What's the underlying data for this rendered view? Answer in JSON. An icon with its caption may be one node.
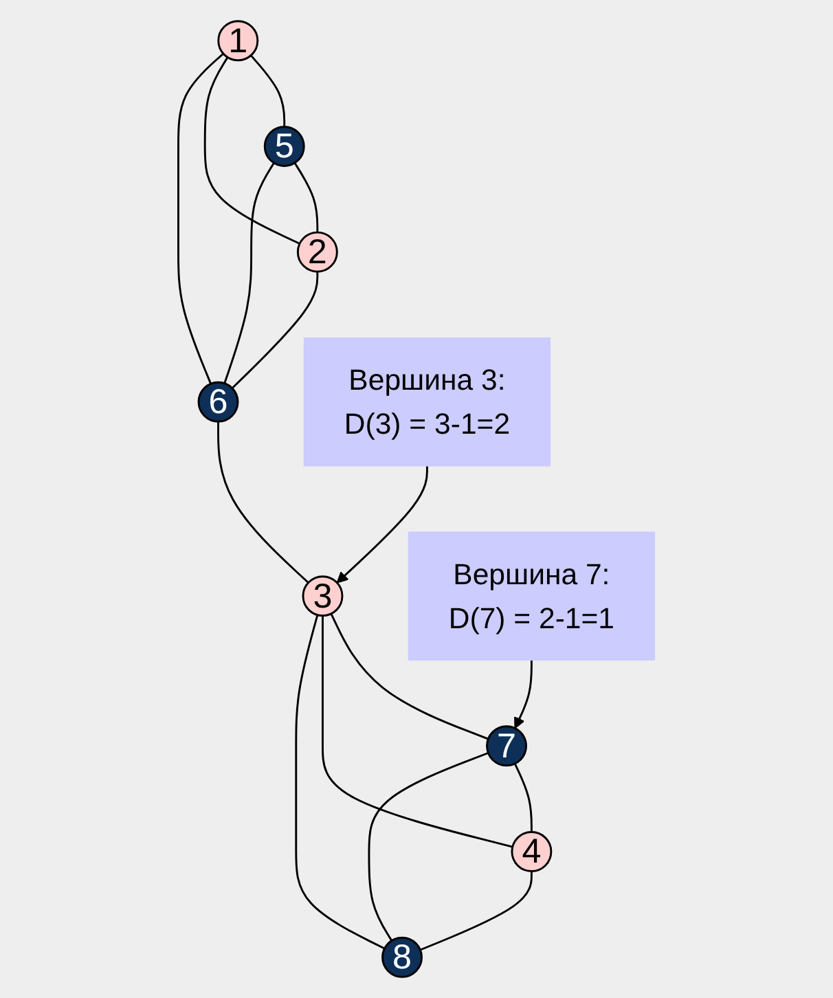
{
  "diagram": {
    "nodes": [
      {
        "text": [
          "1"
        ]
      },
      {
        "text": [
          "2"
        ]
      },
      {
        "text": [
          "3"
        ]
      },
      {
        "text": [
          "4"
        ]
      },
      {
        "text": [
          "5"
        ]
      },
      {
        "text": [
          "6"
        ]
      },
      {
        "text": [
          "7"
        ]
      },
      {
        "text": [
          "8"
        ]
      },
      {
        "text": [
          "Вершина 3:",
          "D(3) = 3-1=2"
        ]
      },
      {
        "text": [
          "Вершина 7:",
          "D(7) = 2-1=1"
        ]
      }
    ],
    "edges": [
      {
        "from": 0,
        "to": 4,
        "arrow": "none"
      },
      {
        "from": 0,
        "to": 1,
        "arrow": "none"
      },
      {
        "from": 0,
        "to": 5,
        "arrow": "none"
      },
      {
        "from": 4,
        "to": 1,
        "arrow": "none"
      },
      {
        "from": 4,
        "to": 5,
        "arrow": "none"
      },
      {
        "from": 1,
        "to": 5,
        "arrow": "none"
      },
      {
        "from": 5,
        "to": 2,
        "arrow": "none"
      },
      {
        "from": 2,
        "to": 6,
        "arrow": "none"
      },
      {
        "from": 2,
        "to": 3,
        "arrow": "none"
      },
      {
        "from": 2,
        "to": 7,
        "arrow": "none"
      },
      {
        "from": 6,
        "to": 3,
        "arrow": "none"
      },
      {
        "from": 6,
        "to": 7,
        "arrow": "none"
      },
      {
        "from": 3,
        "to": 7,
        "arrow": "none"
      },
      {
        "from": 8,
        "to": 2,
        "arrow": "to"
      },
      {
        "from": 9,
        "to": 6,
        "arrow": "to"
      }
    ]
  }
}
